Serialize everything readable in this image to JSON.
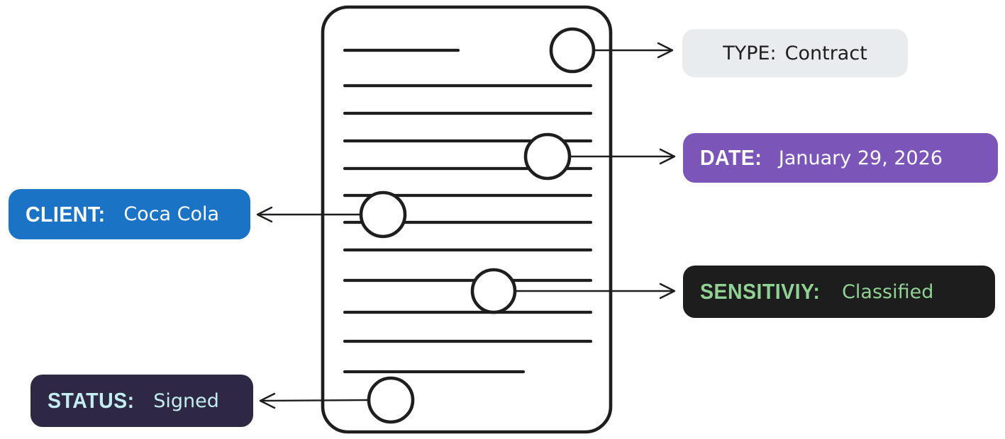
{
  "diagram": {
    "background_color": "#ffffff",
    "stroke_color": "#1e1e1e",
    "document": {
      "description": "hand-drawn document page",
      "text_line_count": 12,
      "callout_circle_count": 5
    },
    "annotations": [
      {
        "id": "type",
        "label": "TYPE:",
        "value": "Contract",
        "badge_bg": "#e9ecef",
        "label_color": "#1e1e1e",
        "value_color": "#1e1e1e",
        "side": "right",
        "label_style": "handwritten"
      },
      {
        "id": "date",
        "label": "DATE:",
        "value": "January 29, 2026",
        "badge_bg": "#7c55b9",
        "label_color": "#ffffff",
        "value_color": "#ffffff",
        "side": "right",
        "label_style": "bold"
      },
      {
        "id": "client",
        "label": "CLIENT:",
        "value": "Coca Cola",
        "badge_bg": "#1b73c5",
        "label_color": "#ffffff",
        "value_color": "#ffffff",
        "side": "left",
        "label_style": "bold"
      },
      {
        "id": "sensitivity",
        "label": "SENSITIVIY:",
        "value": "Classified",
        "badge_bg": "#1d1d1d",
        "label_color": "#90d293",
        "value_color": "#90d293",
        "side": "right",
        "label_style": "bold"
      },
      {
        "id": "status",
        "label": "STATUS:",
        "value": "Signed",
        "badge_bg": "#2e2845",
        "label_color": "#c3edf3",
        "value_color": "#c3edf3",
        "side": "left",
        "label_style": "bold"
      }
    ]
  }
}
